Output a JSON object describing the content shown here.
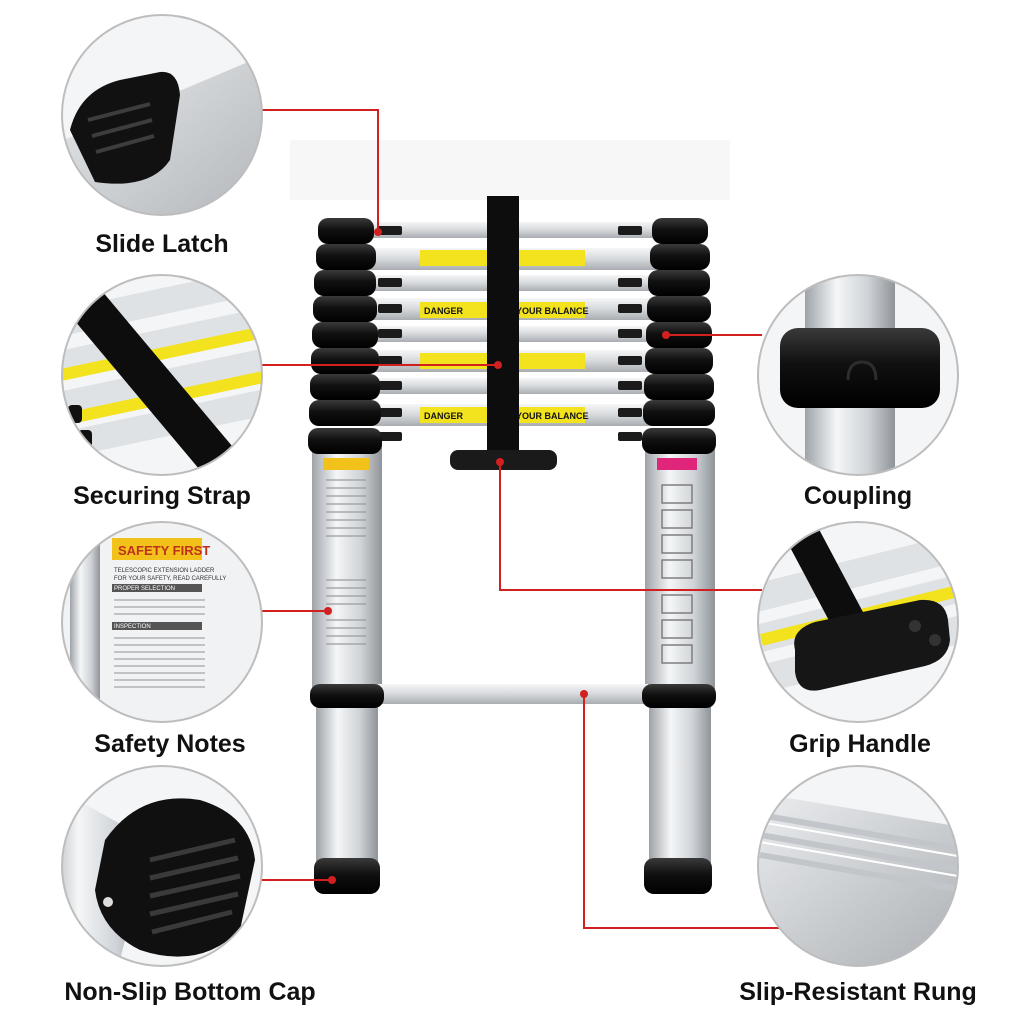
{
  "callouts": {
    "slide_latch": "Slide Latch",
    "securing_strap": "Securing Strap",
    "safety_notes": "Safety Notes",
    "non_slip_bottom_cap": "Non-Slip Bottom Cap",
    "coupling": "Coupling",
    "grip_handle": "Grip Handle",
    "slip_resistant_rung": "Slip-Resistant Rung"
  },
  "labels": {
    "danger": "DANGER",
    "your_balance": "YOUR BALANCE",
    "safety_first": "SAFETY FIRST",
    "safety_line1": "TELESCOPIC EXTENSION LADDER",
    "safety_line2": "FOR YOUR SAFETY, READ CAREFULLY",
    "proper_selection": "PROPER SELECTION",
    "inspection": "INSPECTION"
  },
  "colors": {
    "leader_line": "#d21f1f",
    "aluminum": "#d4d8dc",
    "black_part": "#141414",
    "warning_yellow": "#f3e21e",
    "safety_header": "#f2c21a",
    "circle_border": "#bdbdbd"
  }
}
